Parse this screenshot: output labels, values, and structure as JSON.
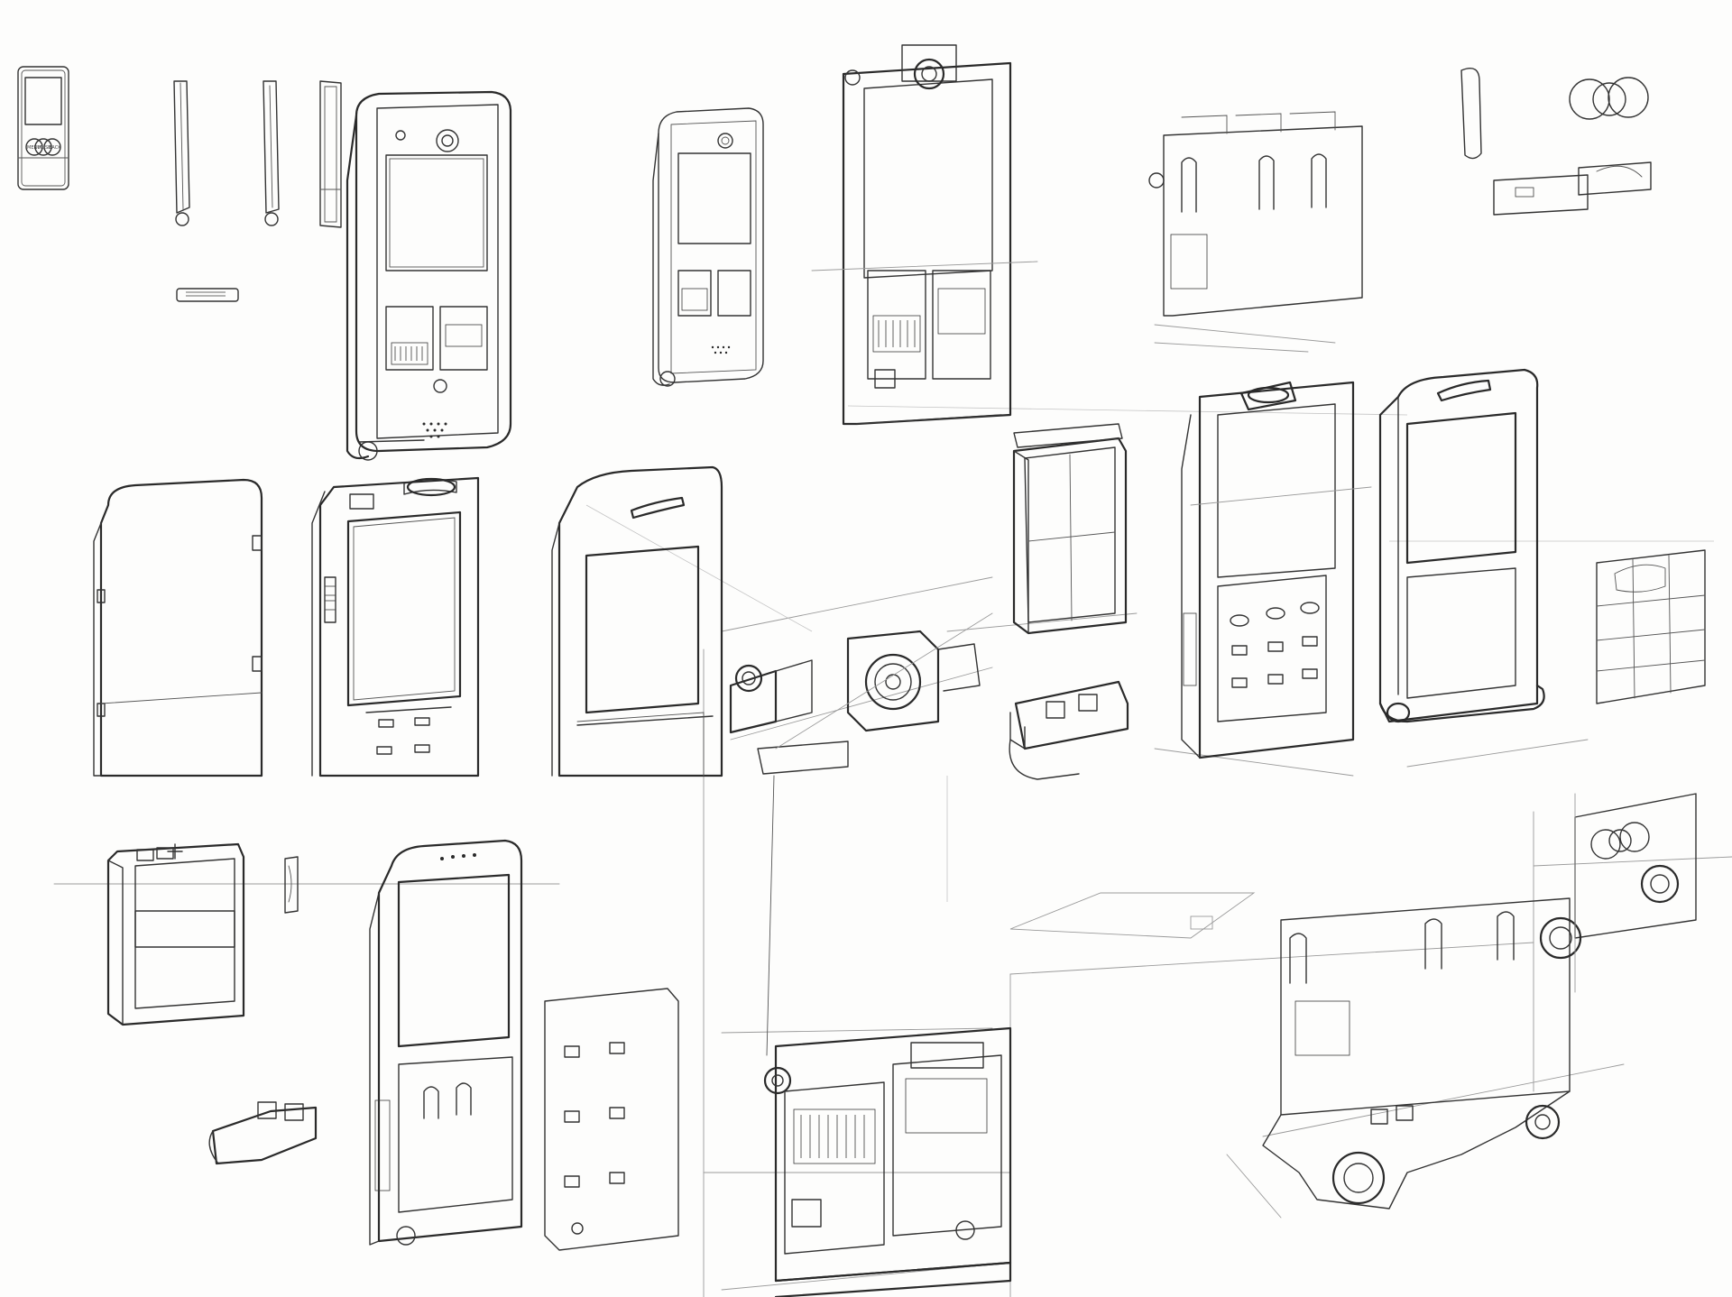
{
  "drawing": {
    "background": "#fdfdfc",
    "ink_color": "#2a2a2a",
    "pencil_color": "#9a9a9a",
    "keypad_labels": [
      "MENU",
      "MUSIC",
      "BACK"
    ]
  }
}
